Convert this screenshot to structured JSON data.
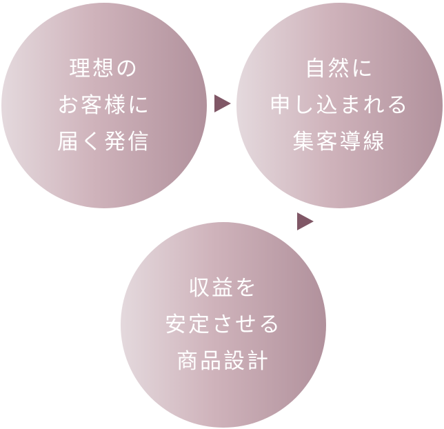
{
  "diagram": {
    "steps": [
      {
        "lines": [
          "理想の",
          "お客様に",
          "届く発信"
        ]
      },
      {
        "lines": [
          "自然に",
          "申し込まれる",
          "集客導線"
        ]
      },
      {
        "lines": [
          "収益を",
          "安定させる",
          "商品設計"
        ]
      }
    ],
    "colors": {
      "circle_gradient_start": "#e4d9dd",
      "circle_gradient_mid": "#cfb3bb",
      "circle_gradient_end": "#b1919c",
      "arrow": "#805766",
      "text": "#ffffff"
    },
    "arrows": [
      {
        "from": 1,
        "to": 2,
        "direction": "right"
      },
      {
        "from": 2,
        "to": 3,
        "direction": "right"
      }
    ]
  }
}
